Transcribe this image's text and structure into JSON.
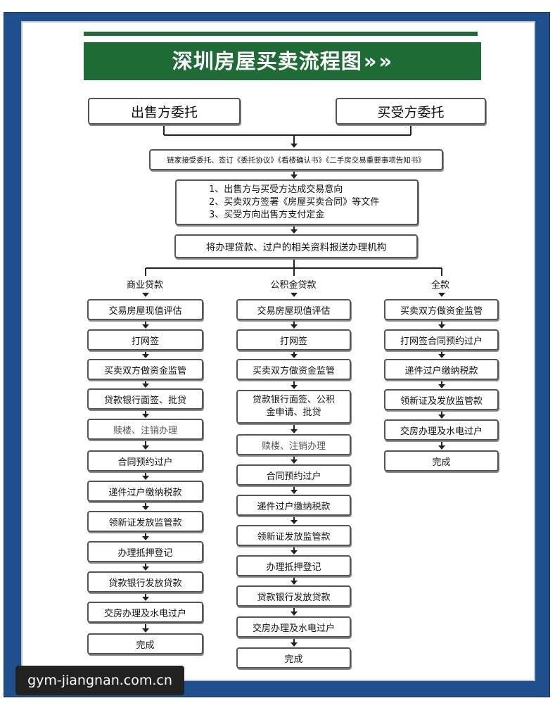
{
  "title": "深圳房屋买卖流程图",
  "title_arrows": "»",
  "seller": "出售方委托",
  "buyer": "买受方委托",
  "step1": "链家接受委托、签订《委托协议》《看楼确认书》《二手房交易重要事项告知书》",
  "step2": [
    "1、出售方与买受方达成交易意向",
    "2、买卖双方签署《房屋买卖合同》等文件",
    "3、买受方向出售方支付定金"
  ],
  "step3": "将办理贷款、过户的相关资料报送办理机构",
  "columns": {
    "commercial": {
      "label": "商业贷款",
      "steps": [
        "交易房屋现值评估",
        "打网签",
        "买卖双方做资金监管",
        "贷款银行面签、批贷",
        "赎楼、注销办理",
        "合同预约过户",
        "递件过户缴纳税款",
        "领新证发放监管款",
        "办理抵押登记",
        "贷款银行发放贷款",
        "交房办理及水电过户",
        "完成"
      ]
    },
    "fund": {
      "label": "公积金贷款",
      "steps": [
        "交易房屋现值评估",
        "打网签",
        "买卖双方做资金监管",
        "贷款银行面签、公积",
        "金申请、批贷",
        "赎楼、注销办理",
        "合同预约过户",
        "递件过户缴纳税款",
        "领新证发放监管款",
        "办理抵押登记",
        "贷款银行发放贷款",
        "交房办理及水电过户",
        "完成"
      ]
    },
    "full": {
      "label": "全款",
      "steps": [
        "买卖双方做资金监管",
        "打网签合同预约过户",
        "递件过户缴纳税款",
        "领新证及发放监管款",
        "交房办理及水电过户",
        "完成"
      ]
    }
  },
  "watermark": "gym-jiangnan.com.cn",
  "colors": {
    "title_bg": "#1f6b35",
    "frame": "#1f4f8c"
  }
}
